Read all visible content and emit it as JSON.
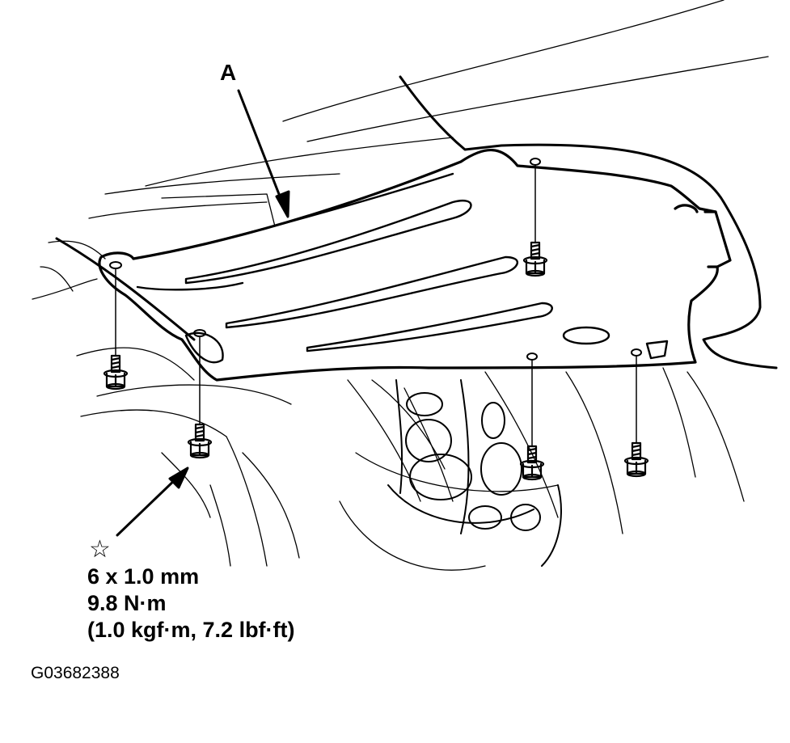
{
  "callout": {
    "part_letter": "A"
  },
  "spec": {
    "star_symbol": "☆",
    "bolt_size": "6 x 1.0 mm",
    "torque_nm": "9.8 N·m",
    "torque_alt": "(1.0 kgf·m, 7.2 lbf·ft)"
  },
  "figure_code": "G03682388",
  "colors": {
    "ink": "#000000",
    "paper": "#ffffff"
  }
}
